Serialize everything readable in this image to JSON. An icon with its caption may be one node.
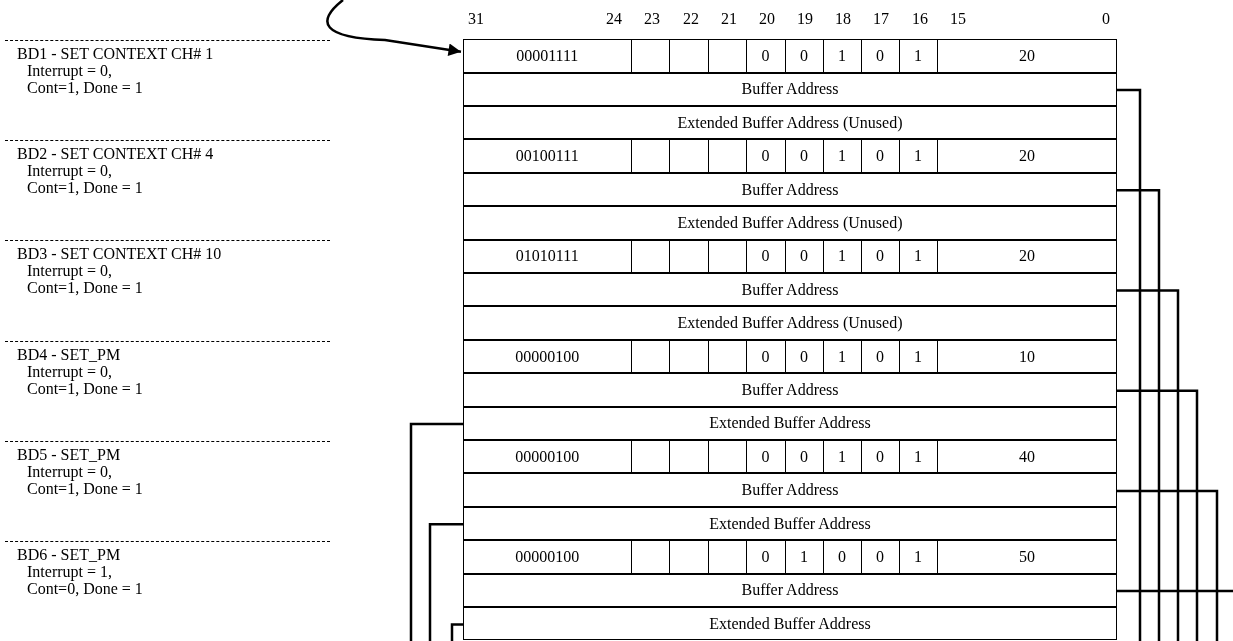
{
  "diagram": {
    "nodes": [
      {
        "text": [
          "BD1 - SET CONTEXT CH# 1",
          "Interrupt = 0, Cont=1, Done = 1"
        ]
      },
      {
        "text": [
          "00001111",
          "0",
          "0",
          "1",
          "0",
          "1",
          "20"
        ]
      },
      {
        "text": [
          "Buffer Address"
        ]
      },
      {
        "text": [
          "Extended Buffer Address (Unused)"
        ]
      },
      {
        "text": [
          "BD2 - SET CONTEXT CH# 4",
          "Interrupt = 0, Cont=1, Done = 1"
        ]
      },
      {
        "text": [
          "00100111",
          "0",
          "0",
          "1",
          "0",
          "1",
          "20"
        ]
      },
      {
        "text": [
          "Buffer Address"
        ]
      },
      {
        "text": [
          "Extended Buffer Address (Unused)"
        ]
      },
      {
        "text": [
          "BD3 - SET CONTEXT CH# 10",
          "Interrupt = 0, Cont=1, Done = 1"
        ]
      },
      {
        "text": [
          "01010111",
          "0",
          "0",
          "1",
          "0",
          "1",
          "20"
        ]
      },
      {
        "text": [
          "Buffer Address"
        ]
      },
      {
        "text": [
          "Extended Buffer Address (Unused)"
        ]
      },
      {
        "text": [
          "BD4 - SET_PM",
          "Interrupt = 0, Cont=1, Done = 1"
        ]
      },
      {
        "text": [
          "00000100",
          "0",
          "0",
          "1",
          "0",
          "1",
          "10"
        ]
      },
      {
        "text": [
          "Buffer Address"
        ]
      },
      {
        "text": [
          "Extended Buffer Address"
        ]
      },
      {
        "text": [
          "BD5 - SET_PM",
          "Interrupt = 0, Cont=1, Done = 1"
        ]
      },
      {
        "text": [
          "00000100",
          "0",
          "0",
          "1",
          "0",
          "1",
          "40"
        ]
      },
      {
        "text": [
          "Buffer Address"
        ]
      },
      {
        "text": [
          "Extended Buffer Address"
        ]
      },
      {
        "text": [
          "BD6 - SET_PM",
          "Interrupt = 1, Cont=0, Done = 1"
        ]
      },
      {
        "text": [
          "00000100",
          "0",
          "1",
          "0",
          "0",
          "1",
          "50"
        ]
      },
      {
        "text": [
          "Buffer Address"
        ]
      },
      {
        "text": [
          "Extended Buffer Address"
        ]
      }
    ],
    "edges": [
      {
        "from": null,
        "to": 1,
        "arrow": "to"
      },
      {
        "from": 2,
        "to": null,
        "arrow": "none"
      },
      {
        "from": 6,
        "to": null,
        "arrow": "none"
      },
      {
        "from": 10,
        "to": null,
        "arrow": "none"
      },
      {
        "from": 14,
        "to": null,
        "arrow": "none"
      },
      {
        "from": 18,
        "to": null,
        "arrow": "none"
      },
      {
        "from": 22,
        "to": null,
        "arrow": "none"
      },
      {
        "from": 15,
        "to": null,
        "arrow": "none"
      },
      {
        "from": 19,
        "to": null,
        "arrow": "none"
      },
      {
        "from": 23,
        "to": null,
        "arrow": "none"
      }
    ],
    "labels": [
      "31",
      "24",
      "23",
      "22",
      "21",
      "20",
      "19",
      "18",
      "17",
      "16",
      "15",
      "0"
    ]
  }
}
